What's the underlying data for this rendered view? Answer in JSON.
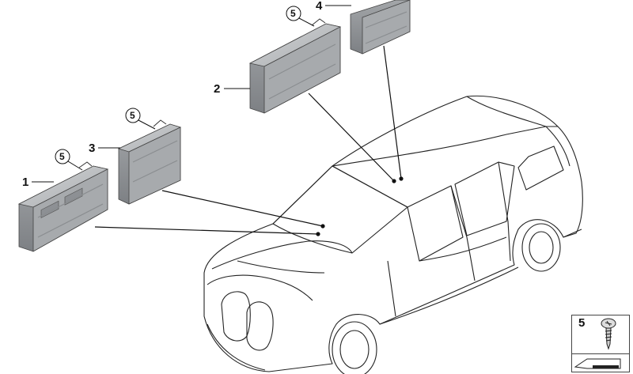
{
  "parts": [
    {
      "id": "part-1",
      "number": "1",
      "screw_callout": "5"
    },
    {
      "id": "part-2",
      "number": "2",
      "screw_callout": "5"
    },
    {
      "id": "part-3",
      "number": "3",
      "screw_callout": "5"
    },
    {
      "id": "part-4",
      "number": "4",
      "screw_callout": null
    }
  ],
  "legend": {
    "item_number": "5",
    "item_icon": "screw-icon",
    "footer_icon": "arrow-tag-icon"
  },
  "colors": {
    "module_fill": "#b9bcbf",
    "module_dark": "#8d9094",
    "line": "#111111"
  }
}
